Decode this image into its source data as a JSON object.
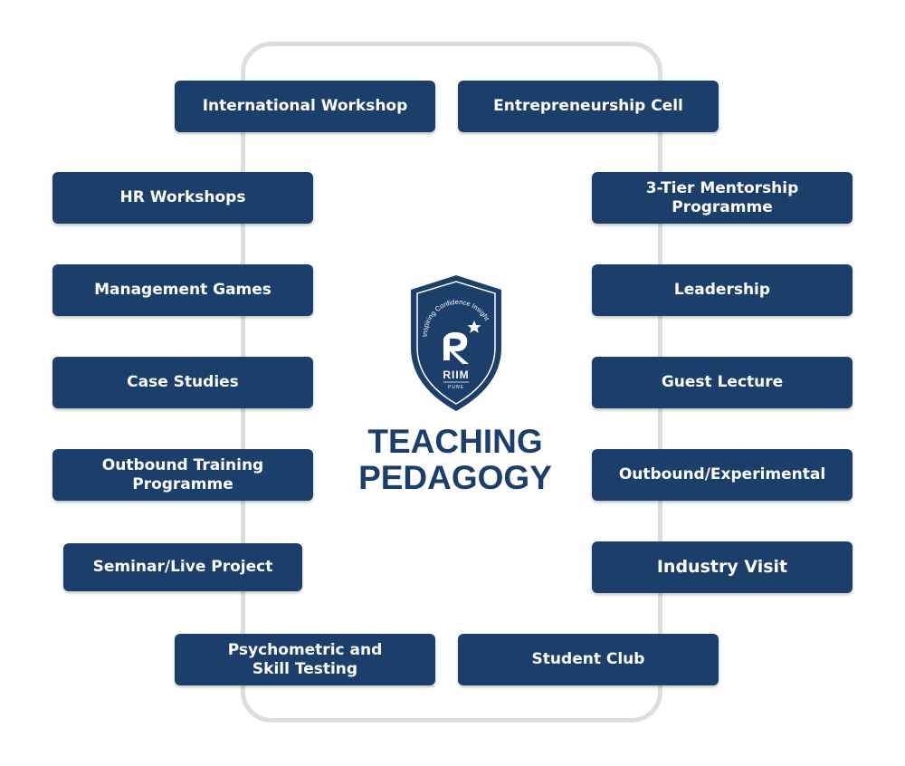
{
  "colors": {
    "box_fill": "#1b3e6b",
    "box_text": "#ffffff",
    "frame": "#dddddd",
    "title": "#1b3e6b"
  },
  "title": {
    "line1": "TEACHING",
    "line2": "PEDAGOGY"
  },
  "logo": {
    "motto": "Inspiring Confidence Insight !",
    "name": "RIIM",
    "city": "PUNE",
    "icon": "star-icon"
  },
  "items": {
    "international_workshop": "International Workshop",
    "entrepreneurship_cell": "Entrepreneurship Cell",
    "hr_workshops": "HR Workshops",
    "mentorship_line1": "3-Tier Mentorship",
    "mentorship_line2": "Programme",
    "management_games": "Management Games",
    "leadership": "Leadership",
    "case_studies": "Case Studies",
    "guest_lecture": "Guest Lecture",
    "outbound_training_line1": "Outbound Training",
    "outbound_training_line2": "Programme",
    "outbound_experimental": "Outbound/Experimental",
    "seminar_live_project": "Seminar/Live Project",
    "industry_visit": "Industry Visit",
    "psychometric_line1": "Psychometric and",
    "psychometric_line2": "Skill Testing",
    "student_club": "Student Club"
  }
}
